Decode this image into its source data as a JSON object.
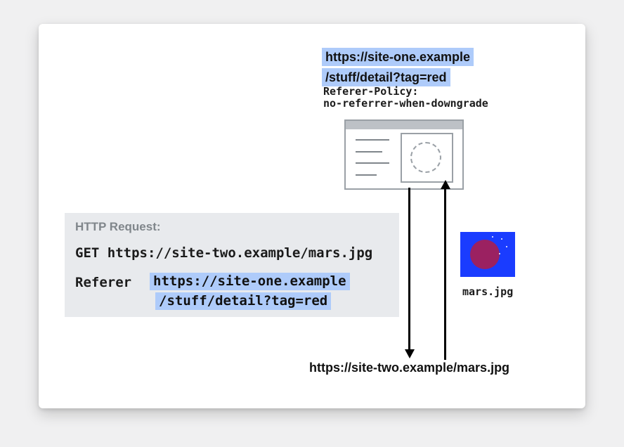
{
  "top_url": {
    "line1": "https://site-one.example",
    "line2": "/stuff/detail?tag=red"
  },
  "referer_policy": {
    "line1": "Referer-Policy:",
    "line2": "no-referrer-when-downgrade"
  },
  "http_request": {
    "title": "HTTP Request:",
    "get_line": "GET https://site-two.example/mars.jpg",
    "referer_label": "Referer",
    "referer_value_line1": "https://site-one.example",
    "referer_value_line2": "/stuff/detail?tag=red"
  },
  "mars_image": {
    "label": "mars.jpg"
  },
  "bottom_url": "https://site-two.example/mars.jpg",
  "colors": {
    "highlight_blue": "#aecbfa",
    "request_box_gray": "#e8eaed",
    "request_title_gray": "#80868b",
    "browser_gray": "#9aa0a6",
    "mars_blue": "#1a3cff",
    "mars_circle_maroon": "#9b2161",
    "arrow_black": "#000000"
  }
}
